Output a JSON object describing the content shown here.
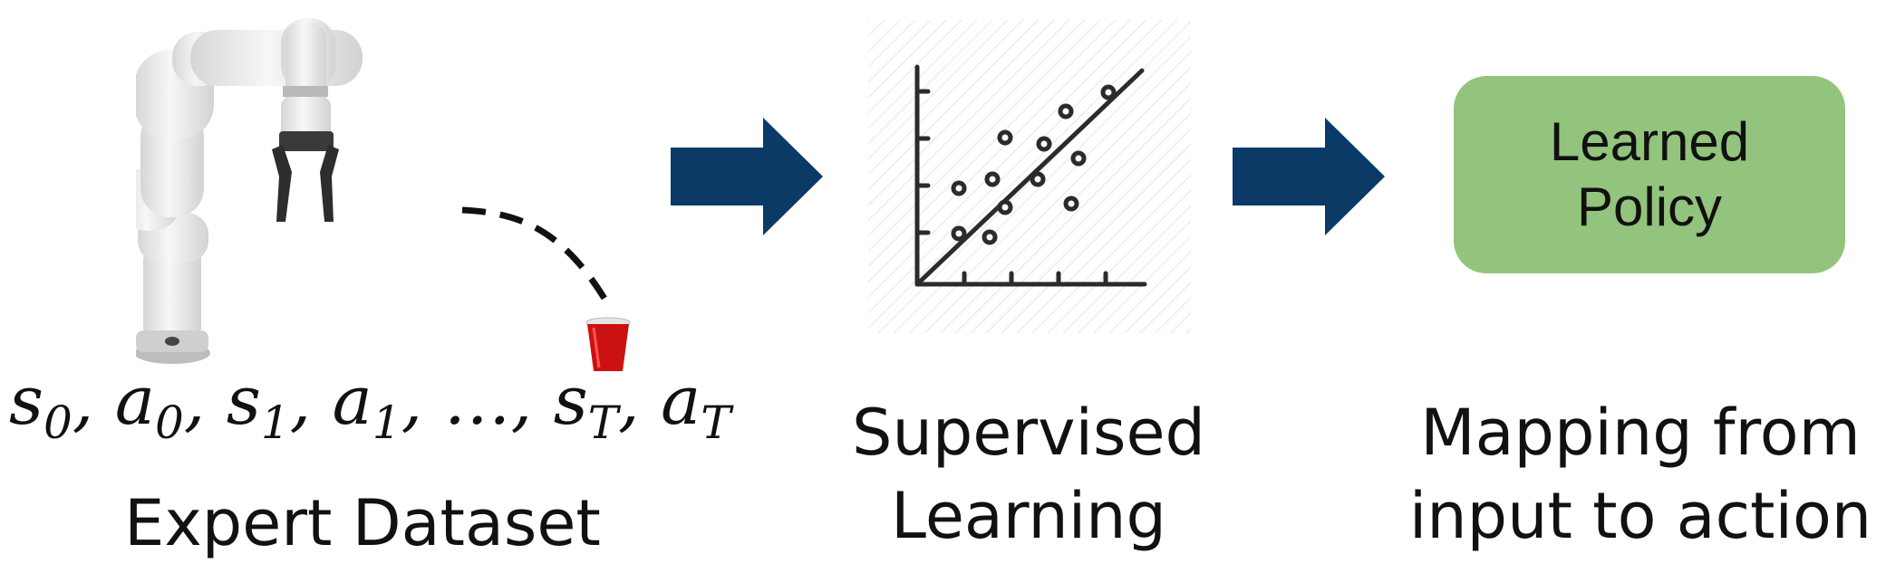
{
  "expert": {
    "sequence": [
      {
        "var": "s",
        "sub": "0"
      },
      {
        "var": "a",
        "sub": "0"
      },
      {
        "var": "s",
        "sub": "1"
      },
      {
        "var": "a",
        "sub": "1"
      },
      {
        "var": "…",
        "sub": ""
      },
      {
        "var": "s",
        "sub": "T"
      },
      {
        "var": "a",
        "sub": "T"
      }
    ],
    "caption": "Expert Dataset"
  },
  "supervised": {
    "caption_line1": "Supervised",
    "caption_line2": "Learning"
  },
  "policy": {
    "box_line1": "Learned",
    "box_line2": "Policy",
    "caption_line1": "Mapping from",
    "caption_line2": "input to action"
  },
  "colors": {
    "arrow": "#0b3a66",
    "policy_box": "#93c47d",
    "robot_body": "#ececec",
    "cup": "#cc1111"
  },
  "icons": [
    "robot-arm-icon",
    "cup-icon",
    "scatter-plot-icon",
    "arrow-right-icon"
  ]
}
